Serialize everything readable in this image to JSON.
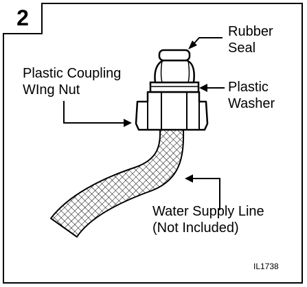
{
  "step": {
    "number": "2"
  },
  "labels": {
    "rubber_seal": [
      "Rubber",
      "Seal"
    ],
    "coupling": [
      "Plastic Coupling",
      "WIng Nut"
    ],
    "washer": [
      "Plastic",
      "Washer"
    ],
    "supply_line": [
      "Water Supply Line",
      "(Not Included)"
    ]
  },
  "figure_code": "IL1738"
}
